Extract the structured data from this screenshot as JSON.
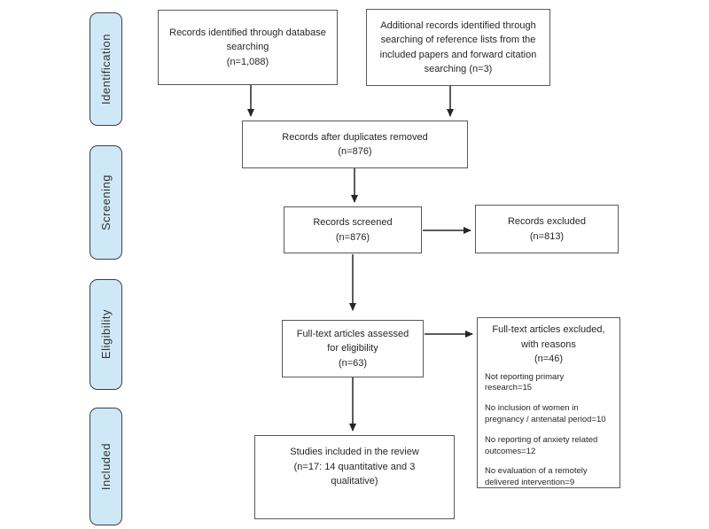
{
  "diagram_type": "prisma-flow-diagram",
  "colors": {
    "stage_fill": "#cfe8f7",
    "stage_border": "#3f3f3f",
    "node_border": "#595959",
    "node_fill": "#ffffff",
    "arrow": "#262626",
    "text": "#262626"
  },
  "stages": [
    {
      "label": "Identification"
    },
    {
      "label": "Screening"
    },
    {
      "label": "Eligibility"
    },
    {
      "label": "Included"
    }
  ],
  "boxes": {
    "database": "Records identified through database\nsearching\n(n=1,088)",
    "additional": "Additional records identified through\nsearching of reference lists from the\nincluded papers and forward citation\nsearching (n=3)",
    "duplicates": "Records after duplicates removed\n(n=876)",
    "screened": "Records screened\n(n=876)",
    "excluded": "Records excluded\n(n=813)",
    "fulltext": "Full-text articles assessed\nfor eligibility\n(n=63)",
    "fulltext_excluded_title": "Full-text articles excluded,\nwith reasons\n(n=46)",
    "reasons": [
      "Not reporting primary research=15",
      "No inclusion of women in pregnancy / antenatal period=10",
      "No reporting of anxiety related outcomes=12",
      "No evaluation of a remotely delivered intervention=9"
    ],
    "included": "Studies included in the review\n(n=17: 14 quantitative and 3\nqualitative)"
  }
}
